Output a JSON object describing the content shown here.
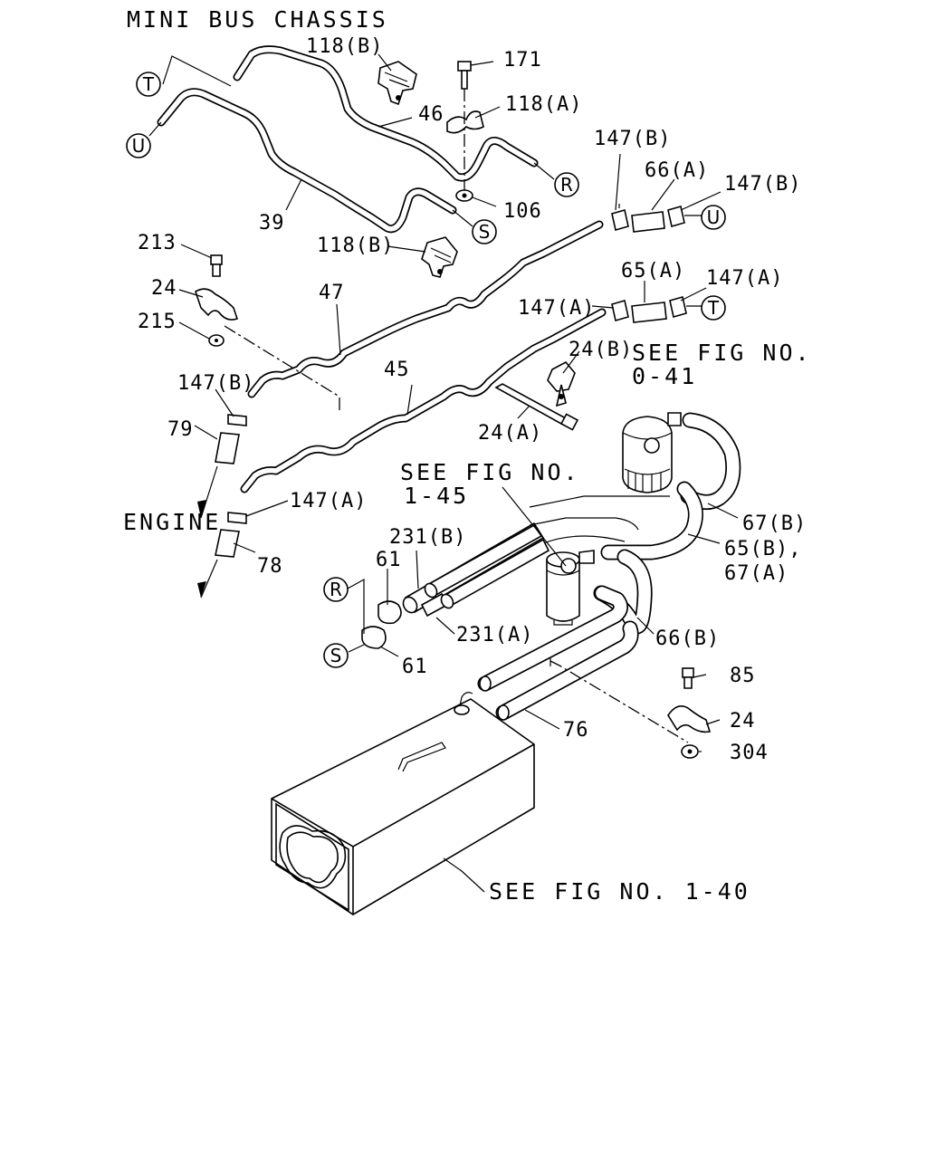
{
  "title": "MINI BUS CHASSIS",
  "callouts": {
    "t": "T",
    "u": "U",
    "r": "R",
    "s": "S",
    "t2": "T",
    "u2": "U",
    "r2": "R",
    "s2": "S"
  },
  "labels": {
    "p118b_top": "118(B)",
    "p171": "171",
    "p118a": "118(A)",
    "p46": "46",
    "p106": "106",
    "p39": "39",
    "p118b_mid": "118(B)",
    "p213": "213",
    "p24_left": "24",
    "p215": "215",
    "p47": "47",
    "p147b_top_left": "147(B)",
    "p66a": "66(A)",
    "p147b_top_right": "147(B)",
    "p65a": "65(A)",
    "p147a_right": "147(A)",
    "p147a_left": "147(A)",
    "p24b": "24(B)",
    "see_fig_041_a": "SEE FIG NO.",
    "see_fig_041_b": "0-41",
    "p45": "45",
    "p147b_left": "147(B)",
    "p79": "79",
    "p24a": "24(A)",
    "see_fig_145_a": "SEE FIG NO.",
    "see_fig_145_b": "1-45",
    "engine": "ENGINE",
    "p147a_low": "147(A)",
    "p78": "78",
    "p231b": "231(B)",
    "p61_top": "61",
    "p67b": "67(B)",
    "p65b": "65(B),",
    "p67a": "67(A)",
    "p231a": "231(A)",
    "p66b": "66(B)",
    "p61_low": "61",
    "p85": "85",
    "p24_right": "24",
    "p304": "304",
    "p76": "76",
    "see_fig_140": "SEE FIG NO. 1-40"
  }
}
